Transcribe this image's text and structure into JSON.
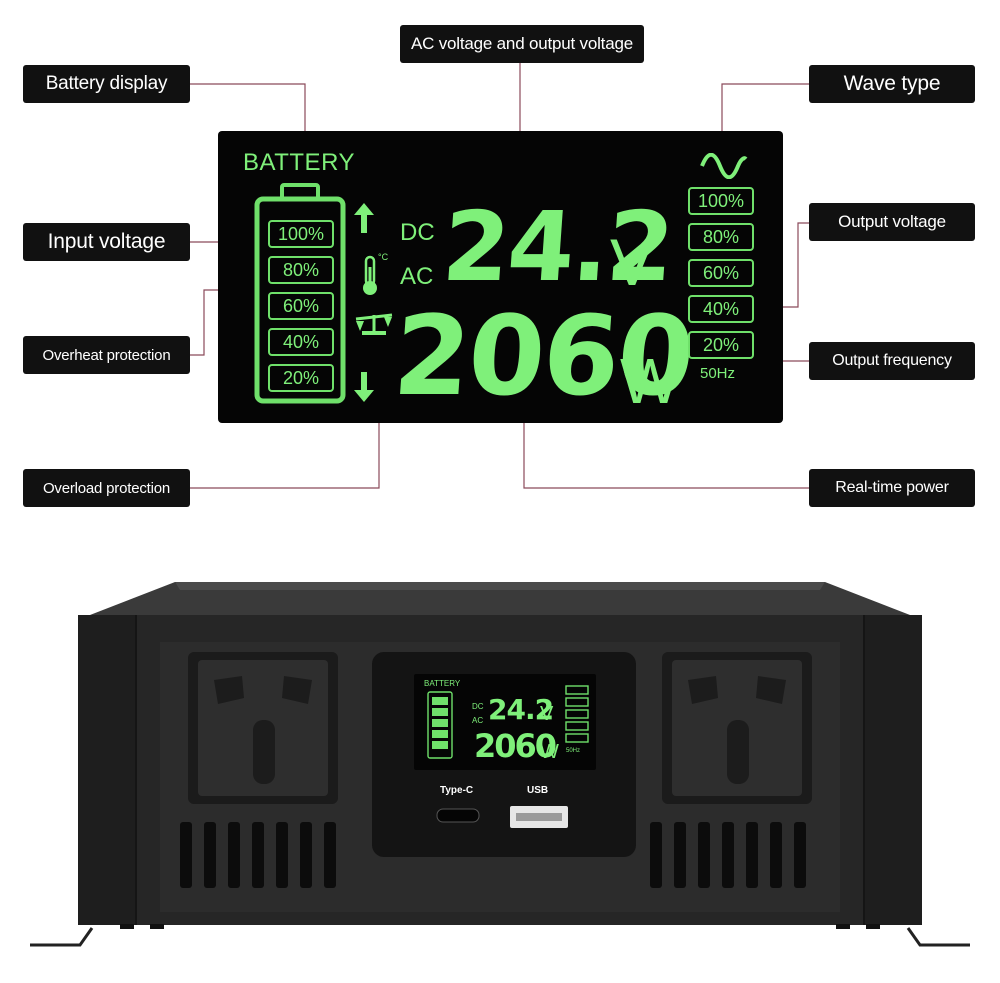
{
  "callouts": {
    "battery_display": "Battery display",
    "ac_voltage": "AC voltage and output voltage",
    "wave_type": "Wave type",
    "input_voltage": "Input voltage",
    "output_voltage": "Output voltage",
    "overheat_protection": "Overheat protection",
    "output_frequency": "Output frequency",
    "overload_protection": "Overload protection",
    "real_time_power": "Real-time power"
  },
  "lcd": {
    "battery_label": "BATTERY",
    "battery_levels": [
      "100%",
      "80%",
      "60%",
      "40%",
      "20%"
    ],
    "dc_label": "DC",
    "ac_label": "AC",
    "voltage_value": "24.2",
    "voltage_unit": "V",
    "power_value": "2060",
    "power_unit": "W",
    "output_levels": [
      "100%",
      "80%",
      "60%",
      "40%",
      "20%"
    ],
    "frequency": "50Hz",
    "temp_unit": "°C"
  },
  "device": {
    "type_c_label": "Type-C",
    "usb_label": "USB"
  },
  "colors": {
    "lcd_green": "#7ff07a",
    "callout_bg": "#111111",
    "leader_line": "#8b4a5a",
    "device_body": "#2a2a2a"
  }
}
